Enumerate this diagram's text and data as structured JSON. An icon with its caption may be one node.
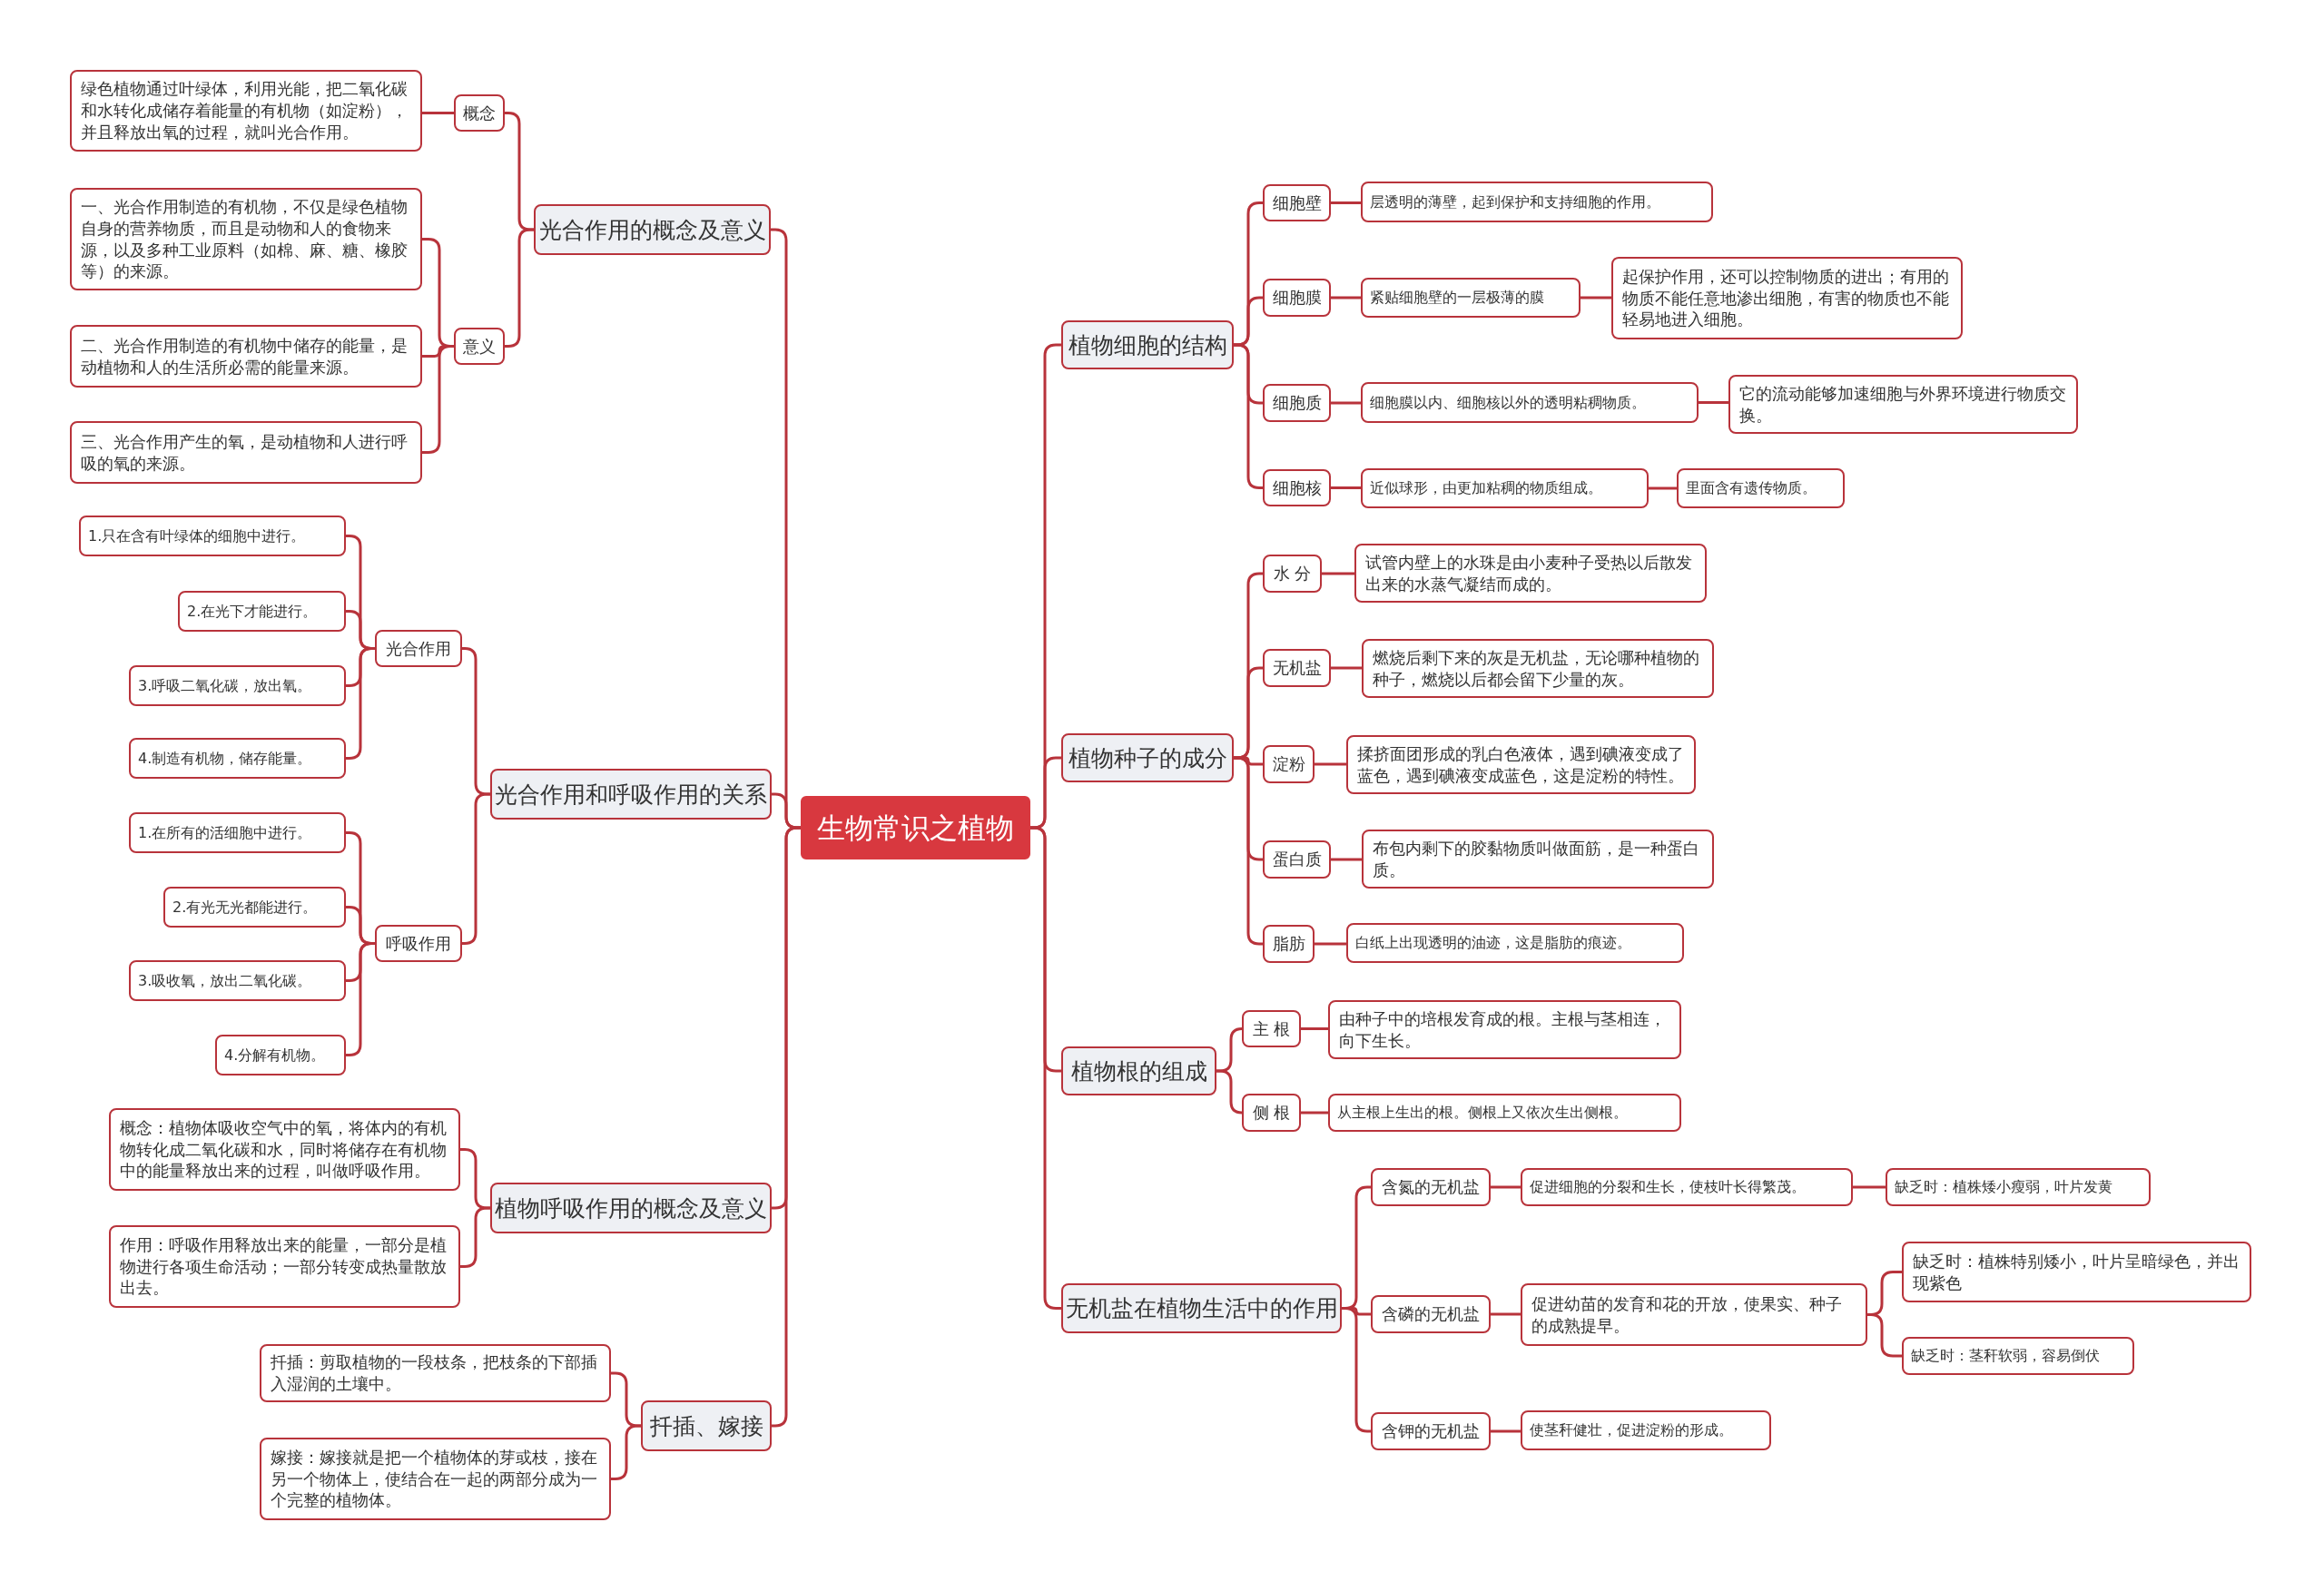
{
  "diagram": {
    "nodes": [
      {
        "text": [
          "生物常识之植物"
        ]
      },
      {
        "text": [
          "光合作用的概念及意义"
        ]
      },
      {
        "text": [
          "概念"
        ]
      },
      {
        "text": [
          "绿色植物通过叶绿体，利用光能，把二氧化碳和水转化成储存着能量的有机物（如淀粉），并且释放出氧的过程，就叫光合作用。"
        ]
      },
      {
        "text": [
          "意义"
        ]
      },
      {
        "text": [
          "一、光合作用制造的有机物，不仅是绿色植物自身的营养物质，而且是动物和人的食物来源，以及多种工业原料（如棉、麻、糖、橡胶等）的来源。"
        ]
      },
      {
        "text": [
          "二、光合作用制造的有机物中储存的能量，是动植物和人的生活所必需的能量来源。"
        ]
      },
      {
        "text": [
          "三、光合作用产生的氧，是动植物和人进行呼吸的氧的来源。"
        ]
      },
      {
        "text": [
          "光合作用和呼吸作用的关系"
        ]
      },
      {
        "text": [
          "光合作用"
        ]
      },
      {
        "text": [
          "1.只在含有叶绿体的细胞中进行。"
        ]
      },
      {
        "text": [
          "2.在光下才能进行。"
        ]
      },
      {
        "text": [
          "3.呼吸二氧化碳，放出氧。"
        ]
      },
      {
        "text": [
          "4.制造有机物，储存能量。"
        ]
      },
      {
        "text": [
          "呼吸作用"
        ]
      },
      {
        "text": [
          "1.在所有的活细胞中进行。"
        ]
      },
      {
        "text": [
          "2.有光无光都能进行。"
        ]
      },
      {
        "text": [
          "3.吸收氧，放出二氧化碳。"
        ]
      },
      {
        "text": [
          "4.分解有机物。"
        ]
      },
      {
        "text": [
          "植物呼吸作用的概念及意义"
        ]
      },
      {
        "text": [
          "概念：植物体吸收空气中的氧，将体内的有机物转化成二氧化碳和水，同时将储存在有机物中的能量释放出来的过程，叫做呼吸作用。"
        ]
      },
      {
        "text": [
          "作用：呼吸作用释放出来的能量，一部分是植物进行各项生命活动；一部分转变成热量散放出去。"
        ]
      },
      {
        "text": [
          "扦插、嫁接"
        ]
      },
      {
        "text": [
          "扦插：剪取植物的一段枝条，把枝条的下部插入湿润的土壤中。"
        ]
      },
      {
        "text": [
          "嫁接：嫁接就是把一个植物体的芽或枝，接在另一个物体上，使结合在一起的两部分成为一个完整的植物体。"
        ]
      },
      {
        "text": [
          "植物细胞的结构"
        ]
      },
      {
        "text": [
          "细胞壁"
        ]
      },
      {
        "text": [
          "层透明的薄壁，起到保护和支持细胞的作用。"
        ]
      },
      {
        "text": [
          "细胞膜"
        ]
      },
      {
        "text": [
          "紧贴细胞壁的一层极薄的膜"
        ]
      },
      {
        "text": [
          "起保护作用，还可以控制物质的进出；有用的物质不能任意地渗出细胞，有害的物质也不能轻易地进入细胞。"
        ]
      },
      {
        "text": [
          "细胞质"
        ]
      },
      {
        "text": [
          "细胞膜以内、细胞核以外的透明粘稠物质。"
        ]
      },
      {
        "text": [
          "它的流动能够加速细胞与外界环境进行物质交换。"
        ]
      },
      {
        "text": [
          "细胞核"
        ]
      },
      {
        "text": [
          "近似球形，由更加粘稠的物质组成。"
        ]
      },
      {
        "text": [
          "里面含有遗传物质。"
        ]
      },
      {
        "text": [
          "植物种子的成分"
        ]
      },
      {
        "text": [
          "水 分"
        ]
      },
      {
        "text": [
          "试管内壁上的水珠是由小麦种子受热以后散发出来的水蒸气凝结而成的。"
        ]
      },
      {
        "text": [
          "无机盐"
        ]
      },
      {
        "text": [
          "燃烧后剩下来的灰是无机盐，无论哪种植物的种子，燃烧以后都会留下少量的灰。"
        ]
      },
      {
        "text": [
          "淀粉"
        ]
      },
      {
        "text": [
          "揉挤面团形成的乳白色液体，遇到碘液变成了蓝色，遇到碘液变成蓝色，这是淀粉的特性。"
        ]
      },
      {
        "text": [
          "蛋白质"
        ]
      },
      {
        "text": [
          "布包内剩下的胶黏物质叫做面筋，是一种蛋白质。"
        ]
      },
      {
        "text": [
          "脂肪"
        ]
      },
      {
        "text": [
          "白纸上出现透明的油迹，这是脂肪的痕迹。"
        ]
      },
      {
        "text": [
          "植物根的组成"
        ]
      },
      {
        "text": [
          "主 根"
        ]
      },
      {
        "text": [
          "由种子中的培根发育成的根。主根与茎相连，向下生长。"
        ]
      },
      {
        "text": [
          "侧 根"
        ]
      },
      {
        "text": [
          "从主根上生出的根。侧根上又依次生出侧根。"
        ]
      },
      {
        "text": [
          "无机盐在植物生活中的作用"
        ]
      },
      {
        "text": [
          "含氮的无机盐"
        ]
      },
      {
        "text": [
          "促进细胞的分裂和生长，使枝叶长得繁茂。"
        ]
      },
      {
        "text": [
          "缺乏时：植株矮小瘦弱，叶片发黄"
        ]
      },
      {
        "text": [
          "含磷的无机盐"
        ]
      },
      {
        "text": [
          "促进幼苗的发育和花的开放，使果实、种子的成熟提早。"
        ]
      },
      {
        "text": [
          "缺乏时：植株特别矮小，叶片呈暗绿色，并出现紫色"
        ]
      },
      {
        "text": [
          "缺乏时：茎秆软弱，容易倒伏"
        ]
      },
      {
        "text": [
          "含钾的无机盐"
        ]
      },
      {
        "text": [
          "使茎秆健壮，促进淀粉的形成。"
        ]
      }
    ],
    "edges": [
      {
        "from": 0,
        "to": 1,
        "arrow": "none"
      },
      {
        "from": 1,
        "to": 2,
        "arrow": "none"
      },
      {
        "from": 2,
        "to": 3,
        "arrow": "none"
      },
      {
        "from": 1,
        "to": 4,
        "arrow": "none"
      },
      {
        "from": 4,
        "to": 5,
        "arrow": "none"
      },
      {
        "from": 4,
        "to": 6,
        "arrow": "none"
      },
      {
        "from": 4,
        "to": 7,
        "arrow": "none"
      },
      {
        "from": 0,
        "to": 8,
        "arrow": "none"
      },
      {
        "from": 8,
        "to": 9,
        "arrow": "none"
      },
      {
        "from": 9,
        "to": 10,
        "arrow": "none"
      },
      {
        "from": 9,
        "to": 11,
        "arrow": "none"
      },
      {
        "from": 9,
        "to": 12,
        "arrow": "none"
      },
      {
        "from": 9,
        "to": 13,
        "arrow": "none"
      },
      {
        "from": 8,
        "to": 14,
        "arrow": "none"
      },
      {
        "from": 14,
        "to": 15,
        "arrow": "none"
      },
      {
        "from": 14,
        "to": 16,
        "arrow": "none"
      },
      {
        "from": 14,
        "to": 17,
        "arrow": "none"
      },
      {
        "from": 14,
        "to": 18,
        "arrow": "none"
      },
      {
        "from": 0,
        "to": 19,
        "arrow": "none"
      },
      {
        "from": 19,
        "to": 20,
        "arrow": "none"
      },
      {
        "from": 19,
        "to": 21,
        "arrow": "none"
      },
      {
        "from": 0,
        "to": 22,
        "arrow": "none"
      },
      {
        "from": 22,
        "to": 23,
        "arrow": "none"
      },
      {
        "from": 22,
        "to": 24,
        "arrow": "none"
      },
      {
        "from": 0,
        "to": 25,
        "arrow": "none"
      },
      {
        "from": 25,
        "to": 26,
        "arrow": "none"
      },
      {
        "from": 26,
        "to": 27,
        "arrow": "none"
      },
      {
        "from": 25,
        "to": 28,
        "arrow": "none"
      },
      {
        "from": 28,
        "to": 29,
        "arrow": "none"
      },
      {
        "from": 29,
        "to": 30,
        "arrow": "none"
      },
      {
        "from": 25,
        "to": 31,
        "arrow": "none"
      },
      {
        "from": 31,
        "to": 32,
        "arrow": "none"
      },
      {
        "from": 32,
        "to": 33,
        "arrow": "none"
      },
      {
        "from": 25,
        "to": 34,
        "arrow": "none"
      },
      {
        "from": 34,
        "to": 35,
        "arrow": "none"
      },
      {
        "from": 35,
        "to": 36,
        "arrow": "none"
      },
      {
        "from": 0,
        "to": 37,
        "arrow": "none"
      },
      {
        "from": 37,
        "to": 38,
        "arrow": "none"
      },
      {
        "from": 38,
        "to": 39,
        "arrow": "none"
      },
      {
        "from": 37,
        "to": 40,
        "arrow": "none"
      },
      {
        "from": 40,
        "to": 41,
        "arrow": "none"
      },
      {
        "from": 37,
        "to": 42,
        "arrow": "none"
      },
      {
        "from": 42,
        "to": 43,
        "arrow": "none"
      },
      {
        "from": 37,
        "to": 44,
        "arrow": "none"
      },
      {
        "from": 44,
        "to": 45,
        "arrow": "none"
      },
      {
        "from": 37,
        "to": 46,
        "arrow": "none"
      },
      {
        "from": 46,
        "to": 47,
        "arrow": "none"
      },
      {
        "from": 0,
        "to": 48,
        "arrow": "none"
      },
      {
        "from": 48,
        "to": 49,
        "arrow": "none"
      },
      {
        "from": 49,
        "to": 50,
        "arrow": "none"
      },
      {
        "from": 48,
        "to": 51,
        "arrow": "none"
      },
      {
        "from": 51,
        "to": 52,
        "arrow": "none"
      },
      {
        "from": 0,
        "to": 53,
        "arrow": "none"
      },
      {
        "from": 53,
        "to": 54,
        "arrow": "none"
      },
      {
        "from": 54,
        "to": 55,
        "arrow": "none"
      },
      {
        "from": 55,
        "to": 56,
        "arrow": "none"
      },
      {
        "from": 53,
        "to": 57,
        "arrow": "none"
      },
      {
        "from": 57,
        "to": 58,
        "arrow": "none"
      },
      {
        "from": 58,
        "to": 59,
        "arrow": "none"
      },
      {
        "from": 58,
        "to": 60,
        "arrow": "none"
      },
      {
        "from": 53,
        "to": 61,
        "arrow": "none"
      },
      {
        "from": 61,
        "to": 62,
        "arrow": "none"
      }
    ]
  }
}
